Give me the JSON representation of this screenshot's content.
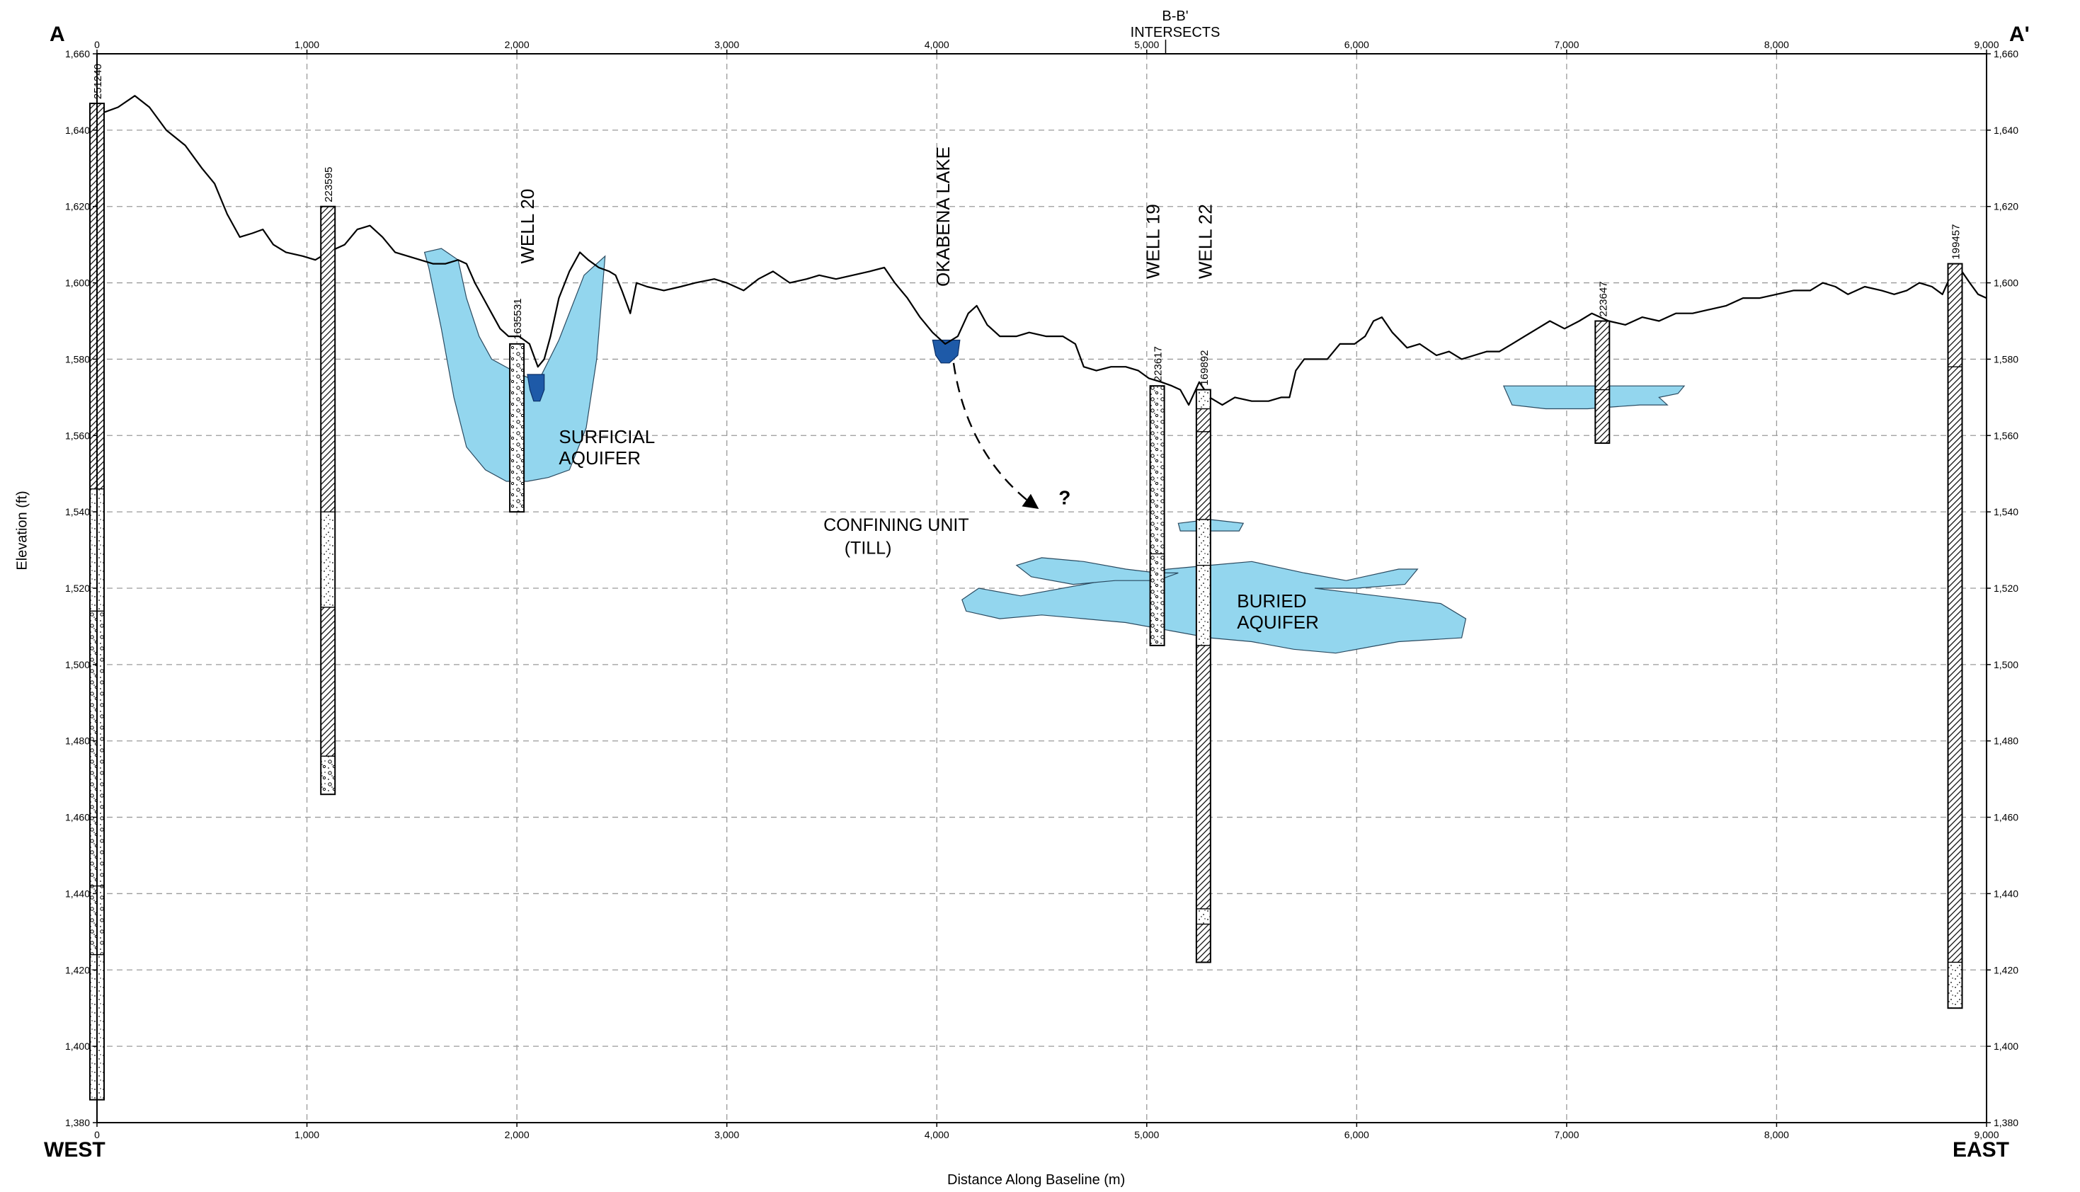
{
  "labels": {
    "corner_left": "A",
    "corner_right": "A'",
    "west": "WEST",
    "east": "EAST",
    "x_axis_title": "Distance Along Baseline (m)",
    "y_axis_title": "Elevation (ft)",
    "intersect_line1": "B-B'",
    "intersect_line2": "INTERSECTS"
  },
  "chart_data": {
    "type": "cross-section",
    "xlabel": "Distance Along Baseline (m)",
    "ylabel": "Elevation (ft)",
    "xlim": [
      0,
      9000
    ],
    "ylim": [
      1380,
      1660
    ],
    "x_ticks": [
      0,
      1000,
      2000,
      3000,
      4000,
      5000,
      6000,
      7000,
      8000,
      9000
    ],
    "x_tick_labels": [
      "0",
      "1,000",
      "2,000",
      "3,000",
      "4,000",
      "5,000",
      "6,000",
      "7,000",
      "8,000",
      "9,000"
    ],
    "y_ticks": [
      1380,
      1400,
      1420,
      1440,
      1460,
      1480,
      1500,
      1520,
      1540,
      1560,
      1580,
      1600,
      1620,
      1640,
      1660
    ],
    "y_tick_labels": [
      "1,380",
      "1,400",
      "1,420",
      "1,440",
      "1,460",
      "1,480",
      "1,500",
      "1,520",
      "1,540",
      "1,560",
      "1,580",
      "1,600",
      "1,620",
      "1,640",
      "1,660"
    ],
    "grid": true,
    "intersection_x": 5090,
    "ground_surface": [
      [
        0,
        1644
      ],
      [
        100,
        1646
      ],
      [
        180,
        1649
      ],
      [
        250,
        1646
      ],
      [
        330,
        1640
      ],
      [
        420,
        1636
      ],
      [
        500,
        1630
      ],
      [
        560,
        1626
      ],
      [
        620,
        1618
      ],
      [
        680,
        1612
      ],
      [
        740,
        1613
      ],
      [
        790,
        1614
      ],
      [
        840,
        1610
      ],
      [
        900,
        1608
      ],
      [
        980,
        1607
      ],
      [
        1040,
        1606
      ],
      [
        1100,
        1608
      ],
      [
        1180,
        1610
      ],
      [
        1240,
        1614
      ],
      [
        1300,
        1615
      ],
      [
        1360,
        1612
      ],
      [
        1420,
        1608
      ],
      [
        1480,
        1607
      ],
      [
        1540,
        1606
      ],
      [
        1600,
        1605
      ],
      [
        1660,
        1605
      ],
      [
        1720,
        1606
      ],
      [
        1760,
        1605
      ],
      [
        1800,
        1600
      ],
      [
        1840,
        1596
      ],
      [
        1880,
        1592
      ],
      [
        1920,
        1588
      ],
      [
        1960,
        1586
      ],
      [
        2010,
        1586
      ],
      [
        2060,
        1584
      ],
      [
        2080,
        1581
      ],
      [
        2100,
        1578
      ],
      [
        2130,
        1580
      ],
      [
        2160,
        1586
      ],
      [
        2200,
        1596
      ],
      [
        2250,
        1603
      ],
      [
        2300,
        1608
      ],
      [
        2340,
        1606
      ],
      [
        2390,
        1604
      ],
      [
        2440,
        1603
      ],
      [
        2470,
        1602
      ],
      [
        2500,
        1598
      ],
      [
        2540,
        1592
      ],
      [
        2570,
        1600
      ],
      [
        2620,
        1599
      ],
      [
        2700,
        1598
      ],
      [
        2780,
        1599
      ],
      [
        2850,
        1600
      ],
      [
        2940,
        1601
      ],
      [
        3000,
        1600
      ],
      [
        3080,
        1598
      ],
      [
        3150,
        1601
      ],
      [
        3220,
        1603
      ],
      [
        3300,
        1600
      ],
      [
        3380,
        1601
      ],
      [
        3440,
        1602
      ],
      [
        3520,
        1601
      ],
      [
        3600,
        1602
      ],
      [
        3680,
        1603
      ],
      [
        3750,
        1604
      ],
      [
        3800,
        1600
      ],
      [
        3860,
        1596
      ],
      [
        3920,
        1591
      ],
      [
        3980,
        1587
      ],
      [
        4040,
        1584
      ],
      [
        4100,
        1586
      ],
      [
        4150,
        1592
      ],
      [
        4190,
        1594
      ],
      [
        4240,
        1589
      ],
      [
        4300,
        1586
      ],
      [
        4380,
        1586
      ],
      [
        4440,
        1587
      ],
      [
        4520,
        1586
      ],
      [
        4600,
        1586
      ],
      [
        4660,
        1584
      ],
      [
        4700,
        1578
      ],
      [
        4760,
        1577
      ],
      [
        4830,
        1578
      ],
      [
        4900,
        1578
      ],
      [
        4960,
        1577
      ],
      [
        5010,
        1575
      ],
      [
        5070,
        1574
      ],
      [
        5120,
        1573
      ],
      [
        5160,
        1572
      ],
      [
        5200,
        1568
      ],
      [
        5250,
        1574
      ],
      [
        5300,
        1570
      ],
      [
        5360,
        1568
      ],
      [
        5420,
        1570
      ],
      [
        5500,
        1569
      ],
      [
        5580,
        1569
      ],
      [
        5640,
        1570
      ],
      [
        5680,
        1570
      ],
      [
        5710,
        1577
      ],
      [
        5750,
        1580
      ],
      [
        5800,
        1580
      ],
      [
        5860,
        1580
      ],
      [
        5920,
        1584
      ],
      [
        5990,
        1584
      ],
      [
        6040,
        1586
      ],
      [
        6080,
        1590
      ],
      [
        6120,
        1591
      ],
      [
        6170,
        1587
      ],
      [
        6240,
        1583
      ],
      [
        6300,
        1584
      ],
      [
        6380,
        1581
      ],
      [
        6440,
        1582
      ],
      [
        6500,
        1580
      ],
      [
        6560,
        1581
      ],
      [
        6620,
        1582
      ],
      [
        6680,
        1582
      ],
      [
        6740,
        1584
      ],
      [
        6800,
        1586
      ],
      [
        6860,
        1588
      ],
      [
        6920,
        1590
      ],
      [
        6990,
        1588
      ],
      [
        7060,
        1590
      ],
      [
        7120,
        1592
      ],
      [
        7200,
        1590
      ],
      [
        7280,
        1589
      ],
      [
        7360,
        1591
      ],
      [
        7440,
        1590
      ],
      [
        7520,
        1592
      ],
      [
        7600,
        1592
      ],
      [
        7680,
        1593
      ],
      [
        7760,
        1594
      ],
      [
        7840,
        1596
      ],
      [
        7920,
        1596
      ],
      [
        8000,
        1597
      ],
      [
        8080,
        1598
      ],
      [
        8160,
        1598
      ],
      [
        8220,
        1600
      ],
      [
        8280,
        1599
      ],
      [
        8340,
        1597
      ],
      [
        8420,
        1599
      ],
      [
        8500,
        1598
      ],
      [
        8560,
        1597
      ],
      [
        8620,
        1598
      ],
      [
        8680,
        1600
      ],
      [
        8740,
        1599
      ],
      [
        8790,
        1597
      ],
      [
        8830,
        1602
      ],
      [
        8870,
        1604
      ],
      [
        8920,
        1600
      ],
      [
        8960,
        1597
      ],
      [
        9000,
        1596
      ]
    ],
    "aquifers": [
      {
        "label": [
          "SURFICIAL",
          "AQUIFER"
        ],
        "label_at": [
          2200,
          1558
        ],
        "polygon": [
          [
            1560,
            1608
          ],
          [
            1640,
            1609
          ],
          [
            1720,
            1606
          ],
          [
            1760,
            1596
          ],
          [
            1820,
            1586
          ],
          [
            1880,
            1580
          ],
          [
            1980,
            1577
          ],
          [
            2100,
            1574
          ],
          [
            2200,
            1585
          ],
          [
            2320,
            1602
          ],
          [
            2420,
            1607
          ],
          [
            2380,
            1580
          ],
          [
            2330,
            1562
          ],
          [
            2250,
            1551
          ],
          [
            2150,
            1549
          ],
          [
            2050,
            1548
          ],
          [
            1950,
            1548
          ],
          [
            1850,
            1551
          ],
          [
            1760,
            1557
          ],
          [
            1700,
            1570
          ],
          [
            1640,
            1588
          ],
          [
            1580,
            1604
          ]
        ]
      },
      {
        "label": [
          "BURIED",
          "AQUIFER"
        ],
        "label_at": [
          5430,
          1515
        ],
        "polygon": [
          [
            4120,
            1517
          ],
          [
            4200,
            1520
          ],
          [
            4400,
            1518
          ],
          [
            4700,
            1521
          ],
          [
            4900,
            1523
          ],
          [
            5100,
            1525
          ],
          [
            5300,
            1526
          ],
          [
            5500,
            1527
          ],
          [
            5750,
            1524
          ],
          [
            5950,
            1522
          ],
          [
            6200,
            1525
          ],
          [
            6290,
            1525
          ],
          [
            6230,
            1521
          ],
          [
            6000,
            1520
          ],
          [
            5800,
            1520
          ],
          [
            6100,
            1518
          ],
          [
            6400,
            1516
          ],
          [
            6520,
            1512
          ],
          [
            6500,
            1507
          ],
          [
            6200,
            1506
          ],
          [
            5900,
            1503
          ],
          [
            5700,
            1504
          ],
          [
            5500,
            1506
          ],
          [
            5300,
            1507
          ],
          [
            5100,
            1509
          ],
          [
            4900,
            1511
          ],
          [
            4700,
            1512
          ],
          [
            4500,
            1513
          ],
          [
            4300,
            1512
          ],
          [
            4140,
            1514
          ]
        ]
      },
      {
        "label": [],
        "polygon": [
          [
            4380,
            1526
          ],
          [
            4500,
            1528
          ],
          [
            4700,
            1527
          ],
          [
            4900,
            1525
          ],
          [
            5050,
            1524
          ],
          [
            5150,
            1524
          ],
          [
            5050,
            1522
          ],
          [
            4850,
            1522
          ],
          [
            4650,
            1521
          ],
          [
            4450,
            1523
          ]
        ]
      },
      {
        "label": [],
        "polygon": [
          [
            5150,
            1537
          ],
          [
            5300,
            1538
          ],
          [
            5460,
            1537
          ],
          [
            5440,
            1535
          ],
          [
            5300,
            1535
          ],
          [
            5160,
            1535
          ]
        ]
      },
      {
        "label": [],
        "polygon": [
          [
            6700,
            1573
          ],
          [
            6900,
            1573
          ],
          [
            7100,
            1573
          ],
          [
            7300,
            1573
          ],
          [
            7560,
            1573
          ],
          [
            7530,
            1571
          ],
          [
            7440,
            1570
          ],
          [
            7480,
            1568
          ],
          [
            7350,
            1568
          ],
          [
            7100,
            1567
          ],
          [
            6900,
            1567
          ],
          [
            6740,
            1568
          ]
        ]
      }
    ],
    "lakes": [
      {
        "polygon": [
          [
            3980,
            1585
          ],
          [
            4110,
            1585
          ],
          [
            4100,
            1581
          ],
          [
            4060,
            1579
          ],
          [
            4020,
            1579
          ],
          [
            3995,
            1581
          ]
        ]
      },
      {
        "polygon": [
          [
            2050,
            1576
          ],
          [
            2130,
            1576
          ],
          [
            2130,
            1572
          ],
          [
            2110,
            1569
          ],
          [
            2080,
            1569
          ],
          [
            2062,
            1572
          ]
        ]
      }
    ],
    "wells": [
      {
        "id": "251240",
        "label": "251240",
        "x": 0,
        "top": 1647,
        "bottom": 1386,
        "layers": [
          {
            "from": 1647,
            "to": 1546,
            "lith": "hatch"
          },
          {
            "from": 1546,
            "to": 1514,
            "lith": "sand"
          },
          {
            "from": 1514,
            "to": 1442,
            "lith": "gravel"
          },
          {
            "from": 1442,
            "to": 1424,
            "lith": "gravel"
          },
          {
            "from": 1424,
            "to": 1386,
            "lith": "sand"
          }
        ]
      },
      {
        "id": "223595",
        "label": "223595",
        "x": 1100,
        "top": 1620,
        "bottom": 1466,
        "layers": [
          {
            "from": 1620,
            "to": 1540,
            "lith": "hatch"
          },
          {
            "from": 1540,
            "to": 1515,
            "lith": "sand"
          },
          {
            "from": 1515,
            "to": 1476,
            "lith": "hatch"
          },
          {
            "from": 1476,
            "to": 1466,
            "lith": "gravel"
          }
        ]
      },
      {
        "id": "1635531",
        "label": "1635531",
        "x": 2000,
        "top": 1584,
        "bottom": 1540,
        "layers": [
          {
            "from": 1584,
            "to": 1540,
            "lith": "gravel"
          }
        ]
      },
      {
        "id": "223617",
        "label": "223617",
        "x": 5050,
        "top": 1573,
        "bottom": 1505,
        "layers": [
          {
            "from": 1573,
            "to": 1529,
            "lith": "gravel"
          },
          {
            "from": 1529,
            "to": 1505,
            "lith": "gravel"
          }
        ]
      },
      {
        "id": "169892",
        "label": "169892",
        "x": 5270,
        "top": 1572,
        "bottom": 1422,
        "layers": [
          {
            "from": 1572,
            "to": 1567,
            "lith": "sand"
          },
          {
            "from": 1567,
            "to": 1561,
            "lith": "hatch"
          },
          {
            "from": 1561,
            "to": 1538,
            "lith": "hatch"
          },
          {
            "from": 1538,
            "to": 1526,
            "lith": "sand"
          },
          {
            "from": 1526,
            "to": 1505,
            "lith": "sand"
          },
          {
            "from": 1505,
            "to": 1436,
            "lith": "hatch"
          },
          {
            "from": 1436,
            "to": 1432,
            "lith": "sand"
          },
          {
            "from": 1432,
            "to": 1422,
            "lith": "hatch"
          }
        ]
      },
      {
        "id": "223647",
        "label": "223647",
        "x": 7170,
        "top": 1590,
        "bottom": 1558,
        "layers": [
          {
            "from": 1590,
            "to": 1572,
            "lith": "hatch"
          },
          {
            "from": 1572,
            "to": 1558,
            "lith": "hatch"
          }
        ]
      },
      {
        "id": "199457",
        "label": "199457",
        "x": 8850,
        "top": 1605,
        "bottom": 1410,
        "layers": [
          {
            "from": 1605,
            "to": 1578,
            "lith": "hatch"
          },
          {
            "from": 1578,
            "to": 1422,
            "lith": "hatch"
          },
          {
            "from": 1422,
            "to": 1410,
            "lith": "sand"
          }
        ]
      }
    ],
    "annotations": [
      {
        "text": "WELL 20",
        "x": 2080,
        "y": 1605,
        "rotate": -90,
        "size": 26
      },
      {
        "text": "OKABENA LAKE",
        "x": 4060,
        "y": 1599,
        "rotate": -90,
        "size": 26
      },
      {
        "text": "WELL 19",
        "x": 5060,
        "y": 1601,
        "rotate": -90,
        "size": 26
      },
      {
        "text": "WELL 22",
        "x": 5310,
        "y": 1601,
        "rotate": -90,
        "size": 26
      },
      {
        "text": "CONFINING UNIT",
        "x": 3460,
        "y": 1535,
        "rotate": 0,
        "size": 25
      },
      {
        "text": "(TILL)",
        "x": 3560,
        "y": 1529,
        "rotate": 0,
        "size": 25
      },
      {
        "text": "?",
        "x": 4580,
        "y": 1542,
        "rotate": 0,
        "size": 28
      }
    ],
    "flow_arrow": [
      [
        4080,
        1579
      ],
      [
        4130,
        1560
      ],
      [
        4300,
        1548
      ],
      [
        4480,
        1541
      ]
    ],
    "colors": {
      "aquifer_fill": "#93d6ee",
      "lake_fill": "#1e5aa8",
      "grid": "#9a9a9a",
      "line": "#000000"
    }
  }
}
